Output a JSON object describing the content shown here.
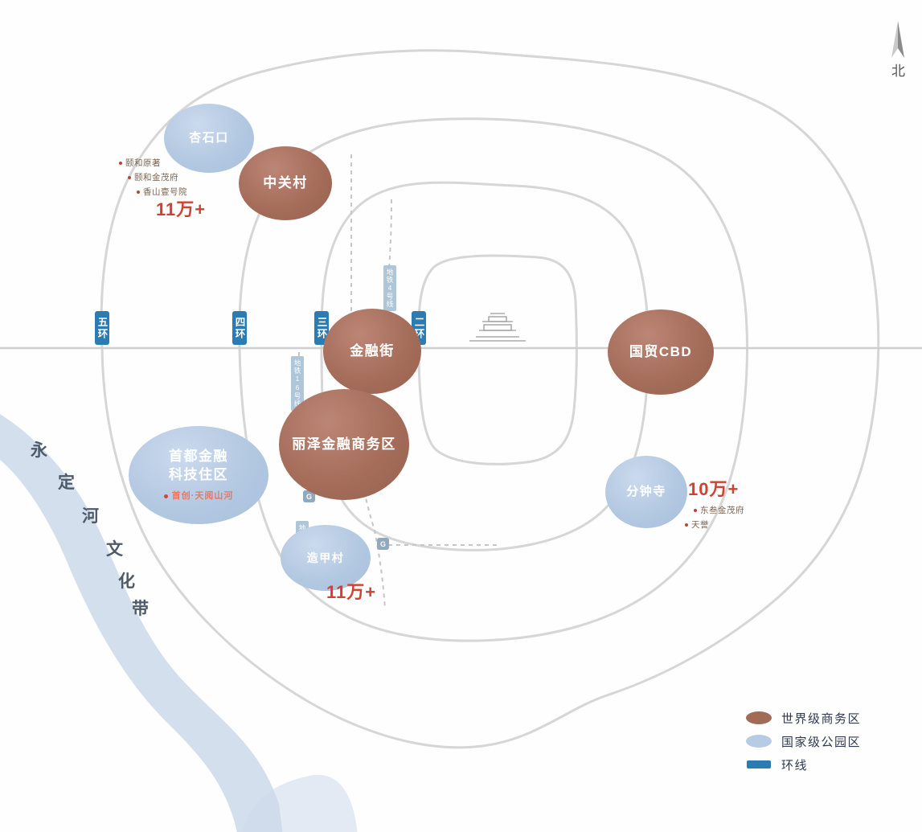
{
  "map": {
    "north_label": "北",
    "ring_badges": [
      {
        "label": "五环"
      },
      {
        "label": "四环"
      },
      {
        "label": "三环"
      },
      {
        "label": "二环"
      }
    ],
    "metro": {
      "logo_glyph": "G",
      "lines": [
        {
          "label": "地铁4号线"
        },
        {
          "label": "地铁16号线"
        },
        {
          "label": "地铁14号线"
        }
      ]
    },
    "business_districts": [
      {
        "label": "中关村"
      },
      {
        "label": "金融街"
      },
      {
        "label": "国贸CBD"
      },
      {
        "label": "丽泽金融商务区"
      }
    ],
    "park_districts": [
      {
        "label": "杏石口"
      },
      {
        "label_line1": "首都金融",
        "label_line2": "科技住区",
        "project": "首创·天阅山河"
      },
      {
        "label": "分钟寺"
      },
      {
        "label": "造甲村"
      }
    ],
    "prices": {
      "northwest": "11万+",
      "southeast": "10万+",
      "south": "11万+"
    },
    "projects_northwest": [
      {
        "label": "颐和原著"
      },
      {
        "label": "颐和金茂府"
      },
      {
        "label": "香山壹号院"
      }
    ],
    "projects_southeast": [
      {
        "label": "东叁金茂府"
      },
      {
        "label": "天誉"
      }
    ],
    "river_chars": [
      "永",
      "定",
      "河",
      "文",
      "化",
      "带"
    ],
    "legend": [
      {
        "label": "世界级商务区"
      },
      {
        "label": "国家级公园区"
      },
      {
        "label": "环线"
      }
    ],
    "colors": {
      "business": "#a26b58",
      "park": "#b7cbe4",
      "ring_line": "#2b7cb3",
      "price": "#cf4133",
      "road": "#d6d6d6"
    }
  }
}
